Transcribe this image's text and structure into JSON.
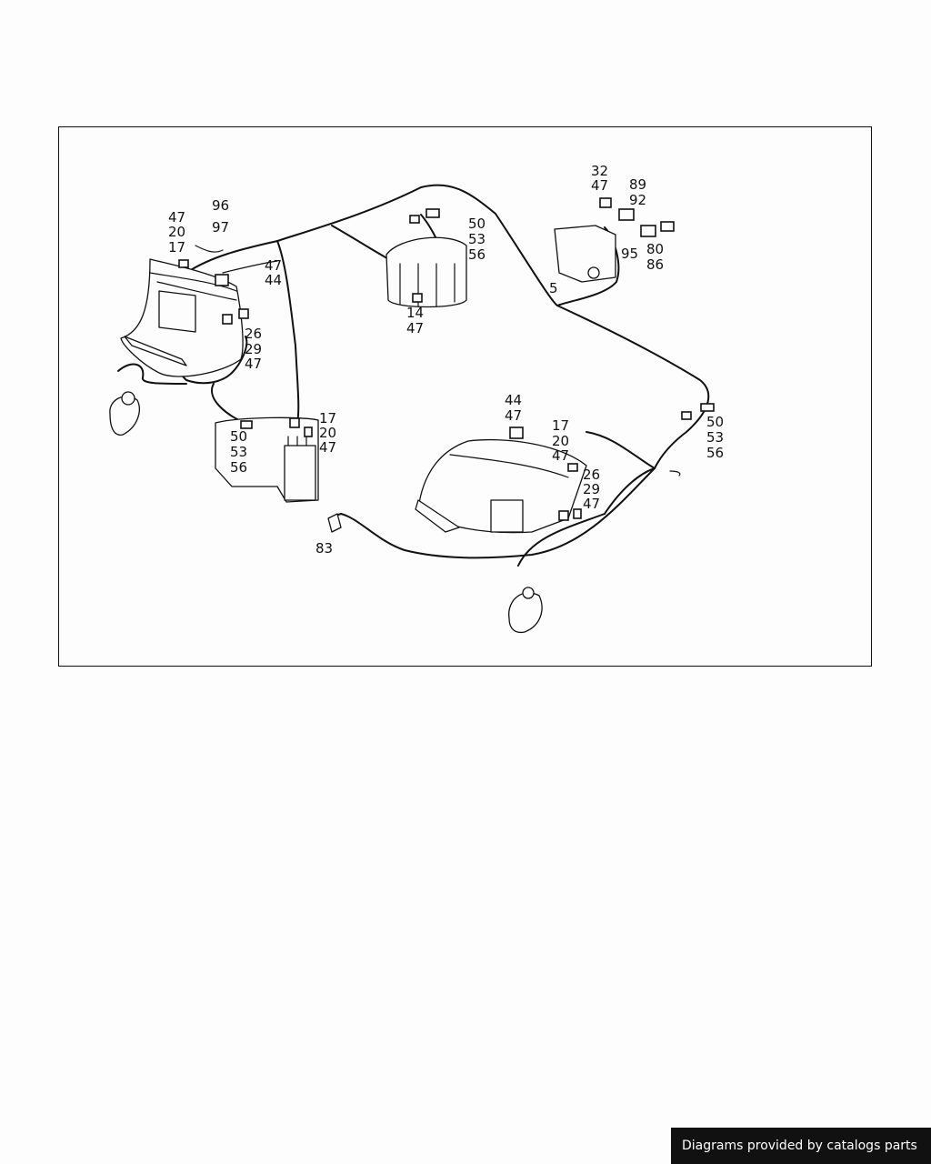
{
  "callouts": {
    "c96": "96",
    "c97": "97",
    "c47a": "47",
    "c20a": "20",
    "c17a": "17",
    "c47b": "47",
    "c44a": "44",
    "c26a": "26",
    "c29a": "29",
    "c47c": "47",
    "c50a": "50",
    "c53a": "53",
    "c56a": "56",
    "c17b": "17",
    "c20b": "20",
    "c47d": "47",
    "c50b": "50",
    "c53b": "53",
    "c56b": "56",
    "c14": "14",
    "c47e": "47",
    "c32": "32",
    "c47f": "47",
    "c89": "89",
    "c92": "92",
    "c95": "95",
    "c80": "80",
    "c86": "86",
    "c5": "5",
    "c44b": "44",
    "c47g": "47",
    "c17c": "17",
    "c20c": "20",
    "c47h": "47",
    "c26b": "26",
    "c29b": "29",
    "c47i": "47",
    "c50c": "50",
    "c53c": "53",
    "c56c": "56",
    "c83": "83"
  },
  "footer": {
    "credit": "Diagrams provided by catalogs parts"
  }
}
